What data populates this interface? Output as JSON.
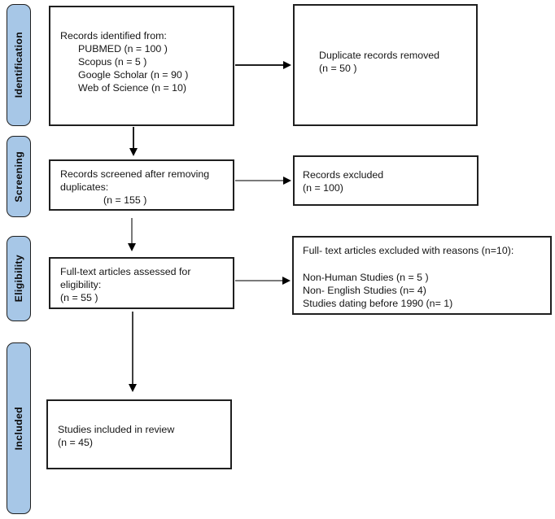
{
  "colors": {
    "stage_bar_fill": "#a7c7e7",
    "stage_bar_border": "#1f1f1f",
    "box_border": "#1f1f1f",
    "connector_black": "#1f1f1f",
    "connector_gray": "#7a7a7a",
    "arrowhead": "#000000"
  },
  "stages": {
    "identification": "Identification",
    "screening": "Screening",
    "eligibility": "Eligibility",
    "included": "Included"
  },
  "boxes": {
    "identified": {
      "title": "Records identified from:",
      "sources": [
        "PUBMED (n = 100 )",
        "Scopus (n = 5 )",
        "Google Scholar (n = 90 )",
        "Web of Science (n = 10)"
      ]
    },
    "duplicates_removed": {
      "lines": [
        "Duplicate records removed",
        "(n = 50 )"
      ]
    },
    "screened": {
      "lines": [
        "Records screened after removing",
        "duplicates:"
      ],
      "count_line": "(n = 155 )"
    },
    "records_excluded": {
      "lines": [
        "Records excluded",
        "(n = 100)"
      ]
    },
    "assessed": {
      "lines": [
        "Full-text articles assessed for",
        "eligibility:",
        "(n = 55 )"
      ]
    },
    "fulltext_excluded": {
      "title": "Full- text articles excluded with reasons (n=10):",
      "reasons": [
        "Non-Human Studies (n = 5 )",
        "Non- English Studies (n= 4)",
        "Studies dating before 1990 (n= 1)"
      ]
    },
    "included": {
      "lines": [
        "Studies included in review",
        "(n = 45)"
      ]
    }
  }
}
